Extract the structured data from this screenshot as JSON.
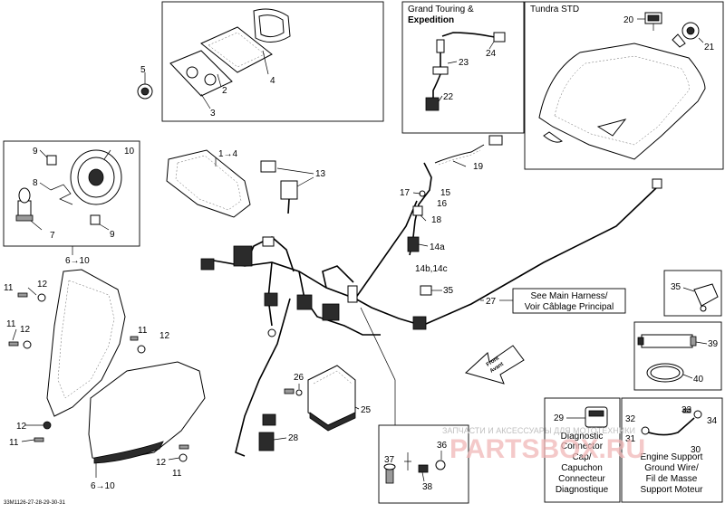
{
  "boxes": {
    "grand_touring_line1": "Grand Touring &",
    "grand_touring_line2": "Expedition",
    "tundra_title": "Tundra STD"
  },
  "notes": {
    "main_harness_en": "See Main Harness/",
    "main_harness_fr": "Voir Câblage Principal",
    "front_en": "Front",
    "front_fr": "Avant",
    "diag_line1": "Diagnostic",
    "diag_line2": "Connector",
    "diag_line3": "Cap/",
    "diag_line4": "Capuchon",
    "diag_line5": "Connecteur",
    "diag_line6": "Diagnostique",
    "ground_line1": "Engine Support",
    "ground_line2": "Ground Wire/",
    "ground_line3": "Fil de Masse",
    "ground_line4": "Support Moteur"
  },
  "callouts": {
    "c1to4": "1→4",
    "c2": "2",
    "c3": "3",
    "c4": "4",
    "c5": "5",
    "c6to10_top": "6→10",
    "c6to10_bottom": "6→10",
    "c7": "7",
    "c8": "8",
    "c9a": "9",
    "c9b": "9",
    "c10": "10",
    "c11a": "11",
    "c11b": "11",
    "c11c": "11",
    "c11d": "11",
    "c11e": "11",
    "c12a": "12",
    "c12b": "12",
    "c12c": "12",
    "c12d": "12",
    "c12e": "12",
    "c13": "13",
    "c14a": "14a",
    "c14bc": "14b,14c",
    "c15": "15",
    "c16": "16",
    "c17": "17",
    "c18": "18",
    "c19": "19",
    "c20": "20",
    "c21": "21",
    "c22": "22",
    "c23": "23",
    "c24": "24",
    "c25": "25",
    "c26": "26",
    "c27": "27",
    "c28": "28",
    "c29": "29",
    "c30": "30",
    "c31": "31",
    "c32": "32",
    "c33": "33",
    "c34": "34",
    "c35a": "35",
    "c35b": "35",
    "c36": "36",
    "c37": "37",
    "c38": "38",
    "c39": "39",
    "c40": "40"
  },
  "footer": {
    "code": "33M1126-27-28-29-30-31"
  },
  "watermark": {
    "line1": "ЗАПЧАСТИ И АКСЕССУАРЫ ДЛЯ МОТОТЕХНИКИ",
    "line2": "PARTSBOX.RU"
  }
}
